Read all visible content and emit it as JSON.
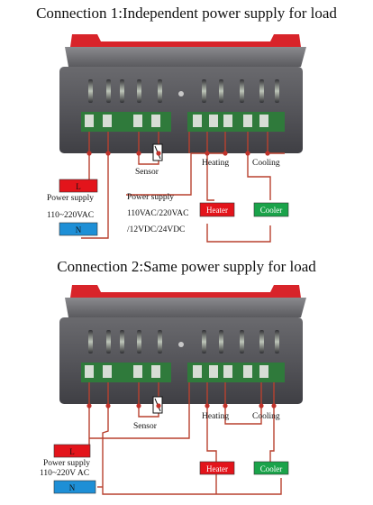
{
  "connection1": {
    "title": "Connection 1:Independent power supply for load",
    "sensor_label": "Sensor",
    "heating_label": "Heating",
    "cooling_label": "Cooling",
    "power_supply_label": "Power supply",
    "power_supply_voltage": "110~220VAC",
    "load_supply_label": "Power supply",
    "load_supply_voltage_1": "110VAC/220VAC",
    "load_supply_voltage_2": "/12VDC/24VDC",
    "live_terminal": "L",
    "neutral_terminal": "N",
    "heater_label": "Heater",
    "cooler_label": "Cooler"
  },
  "connection2": {
    "title": "Connection 2:Same power supply for load",
    "sensor_label": "Sensor",
    "heating_label": "Heating",
    "cooling_label": "Cooling",
    "power_supply_label": "Power supply",
    "power_supply_voltage": "110~220V AC",
    "live_terminal": "L",
    "neutral_terminal": "N",
    "heater_label": "Heater",
    "cooler_label": "Cooler"
  },
  "colors": {
    "live_box": "#e3141b",
    "neutral_box": "#1e8fd6",
    "heater_box": "#e3141b",
    "cooler_box": "#1aa34a",
    "wire": "#b8412f",
    "device_body": "#4c4c50",
    "terminal_green": "#2f7a3b"
  }
}
